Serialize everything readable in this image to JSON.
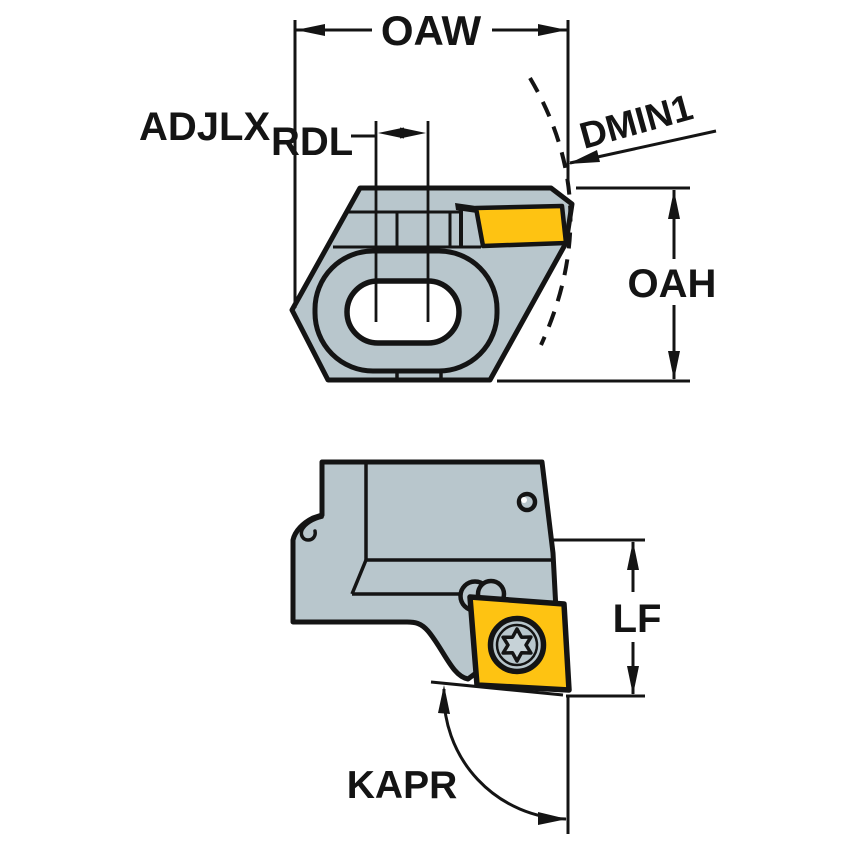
{
  "drawing": {
    "type": "technical-dimension-drawing",
    "views": [
      "top-view",
      "side-view"
    ]
  },
  "labels": {
    "oaw": "OAW",
    "adjlx": "ADJLX",
    "rdl": "RDL",
    "dmin1": "DMIN1",
    "oah": "OAH",
    "lf": "LF",
    "kapr": "KAPR"
  },
  "colors": {
    "body_gray": "#b8c6cc",
    "insert_yellow": "#fec312",
    "line_black": "#141414",
    "background": "#ffffff"
  }
}
